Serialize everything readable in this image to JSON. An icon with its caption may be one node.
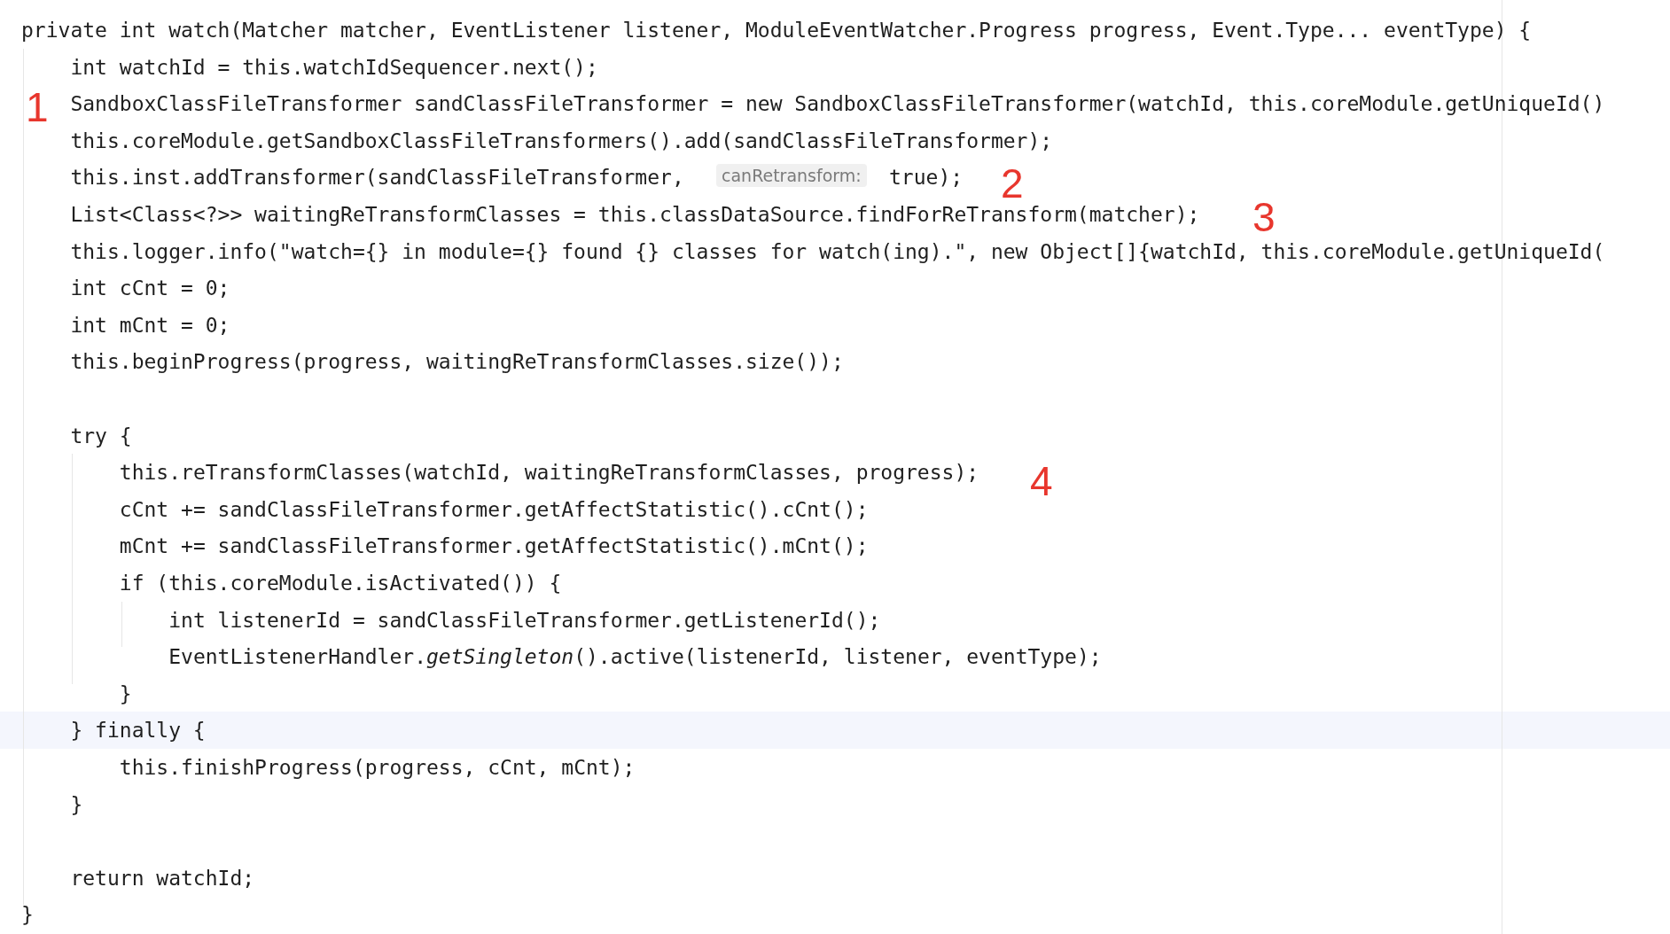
{
  "diagram": {
    "labels": [
      "private int watch(Matcher matcher, EventListener listener, ModuleEventWatcher.Progress progress, Event.Type... eventType) {",
      "int watchId = this.watchIdSequencer.next();",
      "1",
      "SandboxClassFileTransformer sandClassFileTransformer = new SandboxClassFileTransformer(watchId, this.coreModule.getUniqueId()",
      "this.coreModule.getSandboxClassFileTransformers().add(sandClassFileTransformer);",
      "this.inst.addTransformer(sandClassFileTransformer,",
      "canRetransform:",
      "true);",
      "2",
      "List<Class<?>> waitingReTransformClasses = this.classDataSource.findForReTransform(matcher);",
      "3",
      "this.logger.info(\"watch={} in module={} found {} classes for watch(ing).\", new Object[]{watchId, this.coreModule.getUniqueId(",
      "int cCnt = 0;",
      "int mCnt = 0;",
      "this.beginProgress(progress, waitingReTransformClasses.size());",
      "try {",
      "this.reTransformClasses(watchId, waitingReTransformClasses, progress);",
      "4",
      "cCnt += sandClassFileTransformer.getAffectStatistic().cCnt();",
      "mCnt += sandClassFileTransformer.getAffectStatistic().mCnt();",
      "if (this.coreModule.isActivated()) {",
      "int listenerId = sandClassFileTransformer.getListenerId();",
      "EventListenerHandler.*getSingleton*().active(listenerId, listener, eventType);",
      "}",
      "} finally {",
      "this.finishProgress(progress, cCnt, mCnt);",
      "}",
      "return watchId;",
      "}"
    ]
  }
}
